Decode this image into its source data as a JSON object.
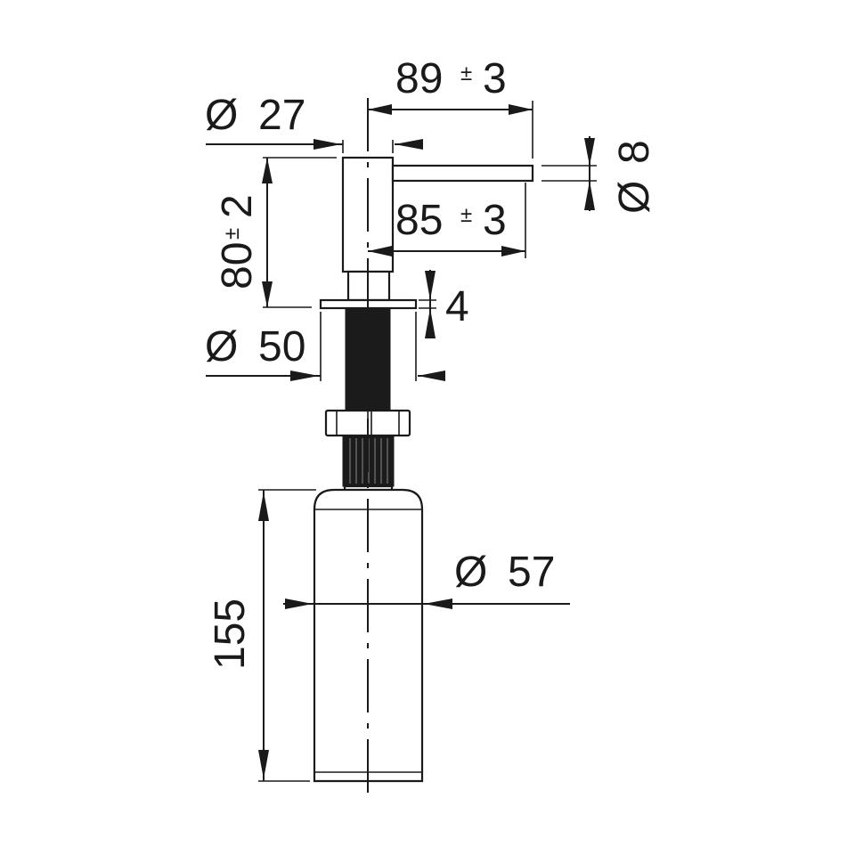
{
  "title": "Soap dispenser dimension drawing",
  "dimensions": {
    "spout_reach_outer": {
      "value": "89",
      "tolerance": "±",
      "tol_value": "3"
    },
    "spout_reach_inner": {
      "value": "85",
      "tolerance": "±",
      "tol_value": "3"
    },
    "head_diameter": {
      "symbol": "Ø",
      "value": "27"
    },
    "spout_diameter": {
      "symbol": "Ø",
      "value": "8"
    },
    "head_height": {
      "value": "80",
      "tolerance": "±",
      "tol_value": "2"
    },
    "flange_thickness": {
      "value": "4"
    },
    "flange_diameter": {
      "symbol": "Ø",
      "value": "50"
    },
    "bottle_diameter": {
      "symbol": "Ø",
      "value": "57"
    },
    "bottle_height": {
      "value": "155"
    }
  },
  "colors": {
    "line": "#1a1a1a",
    "background": "#ffffff"
  }
}
